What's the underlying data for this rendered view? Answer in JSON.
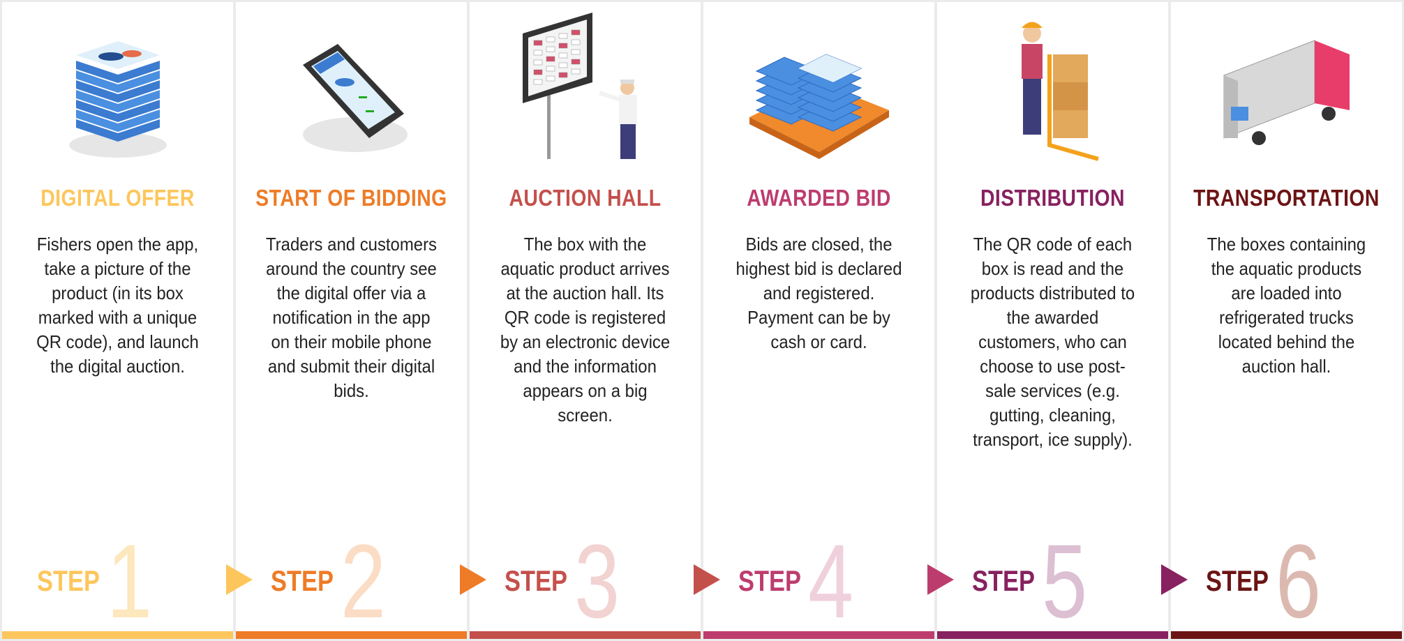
{
  "steps": [
    {
      "title": "DIGITAL OFFER",
      "desc": "Fishers open the app, take a picture of the product (in its box marked with a unique QR code), and launch the digital auction.",
      "step_label": "STEP",
      "number": "1",
      "color": "#fdc65c",
      "num_color": "#fde7bd",
      "icon": "fish-boxes-stack-icon"
    },
    {
      "title": "START OF BIDDING",
      "desc": "Traders and customers around the country see the digital offer via a notification in the app on their mobile phone and submit their digital bids.",
      "step_label": "STEP",
      "number": "2",
      "color": "#ee7b26",
      "num_color": "#fbdcc4",
      "icon": "tablet-app-icon"
    },
    {
      "title": "AUCTION HALL",
      "desc": "The box with the aquatic product arrives at the auction hall. Its QR code is registered by an electronic device and the information appears on a big screen.",
      "step_label": "STEP",
      "number": "3",
      "color": "#c4504c",
      "num_color": "#f2d3d1",
      "icon": "auction-screen-worker-icon"
    },
    {
      "title": "AWARDED BID",
      "desc": "Bids are closed, the highest bid is declared and registered. Payment can be by cash or card.",
      "step_label": "STEP",
      "number": "4",
      "color": "#bd3c6e",
      "num_color": "#efd0dc",
      "icon": "pallet-boxes-icon"
    },
    {
      "title": "DISTRIBUTION",
      "desc": "The QR code of each box is read and the products distributed to the awarded customers, who can choose to use post-sale services (e.g. gutting, cleaning, transport, ice supply).",
      "step_label": "STEP",
      "number": "5",
      "color": "#87215f",
      "num_color": "#dcbfd2",
      "icon": "worker-hand-truck-icon"
    },
    {
      "title": "TRANSPORTATION",
      "desc": "The boxes containing the aquatic products are loaded into refrigerated trucks located behind the auction hall.",
      "step_label": "STEP",
      "number": "6",
      "color": "#6c1414",
      "num_color": "#dcb9b0",
      "icon": "refrigerated-truck-icon"
    }
  ]
}
